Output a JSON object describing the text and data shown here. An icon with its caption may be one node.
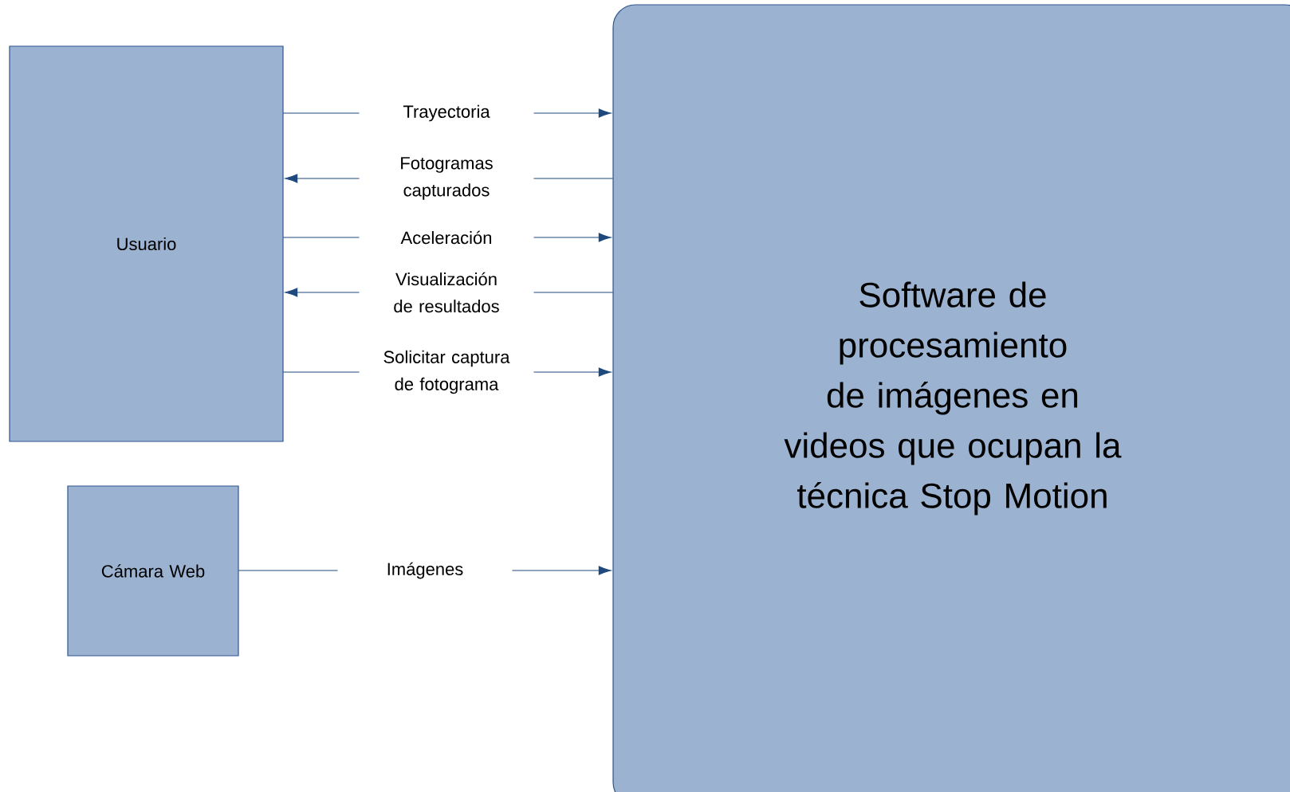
{
  "diagram": {
    "nodes": [
      {
        "text": [
          "Usuario"
        ]
      },
      {
        "text": [
          "Software de procesamiento de imágenes en videos que ocupan la técnica Stop Motion"
        ]
      },
      {
        "text": [
          "Cámara Web"
        ]
      }
    ],
    "edges": [
      {
        "from": 0,
        "to": 1,
        "arrow": "to",
        "label": "Trayectoria"
      },
      {
        "from": 1,
        "to": 0,
        "arrow": "to",
        "label": "Fotogramas capturados"
      },
      {
        "from": 0,
        "to": 1,
        "arrow": "to",
        "label": "Aceleración"
      },
      {
        "from": 1,
        "to": 0,
        "arrow": "to",
        "label": "Visualización de resultados"
      },
      {
        "from": 0,
        "to": 1,
        "arrow": "to",
        "label": "Solicitar captura de fotograma"
      },
      {
        "from": 2,
        "to": 1,
        "arrow": "to",
        "label": "Imágenes"
      }
    ]
  }
}
